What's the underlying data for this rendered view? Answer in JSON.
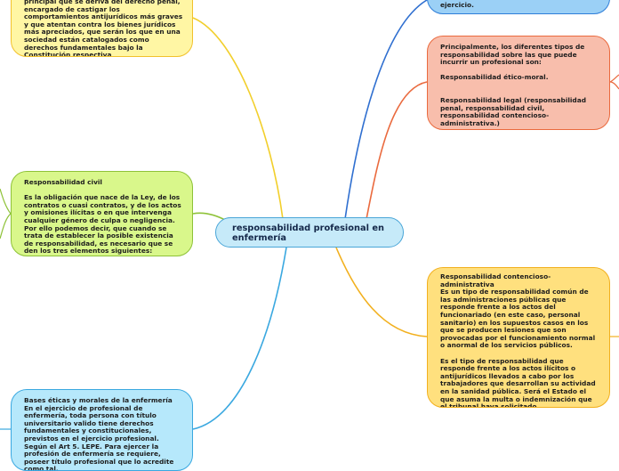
{
  "central": {
    "title": "responsabilidad profesional en\nenfermería"
  },
  "nodes": {
    "penal": {
      "text": "principal que se deriva del derecho penal, encargado de castigar los comportamientos antijurídicos más graves y que atentan contra los bienes jurídicos más apreciados, que serán los que en una sociedad están catalogados como derechos fundamentales bajo la Constitución respectiva"
    },
    "civil": {
      "text": "Responsabilidad civil\n\nEs la obligación que nace de la Ley, de los contratos o cuasi contratos, y de los actos y omisiones ilícitas o en que intervenga cualquier género de culpa o negligencia. Por ello podemos decir, que cuando se trata de establecer la posible existencia de responsabilidad, es necesario que se den los tres elementos siguientes:"
    },
    "eticas": {
      "text": "Bases éticas y morales de la enfermería\nEn el ejercicio de profesional de enfermería, toda persona con título universitario valido tiene derechos fundamentales y constitucionales, previstos en el ejercicio profesional. Según el Art 5. LEPE. Para ejercer la profesión de enfermería se requiere, poseer título profesional que lo acredite como tal."
    },
    "blue_top": {
      "text": "ejercicio."
    },
    "tipos": {
      "text": "Principalmente, los diferentes tipos de responsabilidad sobre las que puede incurrir un profesional son:\n\nResponsabilidad ético-moral.\n\n\nResponsabilidad legal (responsabilidad penal, responsabilidad civil, responsabilidad contencioso-administrativa.)"
    },
    "contencioso": {
      "text": "Responsabilidad contencioso-administrativa\nEs un tipo de responsabilidad común de las administraciones públicas que responde frente a los actos del funcionariado (en este caso, personal sanitario) en los supuestos casos en los que se producen lesiones que son provocadas por el funcionamiento normal o anormal de los servicios públicos.\n\nEs el tipo de responsabilidad que responde frente a los actos ilícitos o antijurídicos llevados a cabo por los trabajadores que desarrollan su actividad en la sanidad pública. Será el Estado el que asuma la multa o indemnización que el tribunal haya solicitado."
    }
  },
  "colors": {
    "penal_link": "#f2cf2c",
    "civil_link": "#8ec238",
    "eticas_link": "#3aa8e0",
    "blue_link": "#2f6fd0",
    "tipos_link": "#ea6a3e",
    "contencioso_link": "#f2b01e"
  }
}
